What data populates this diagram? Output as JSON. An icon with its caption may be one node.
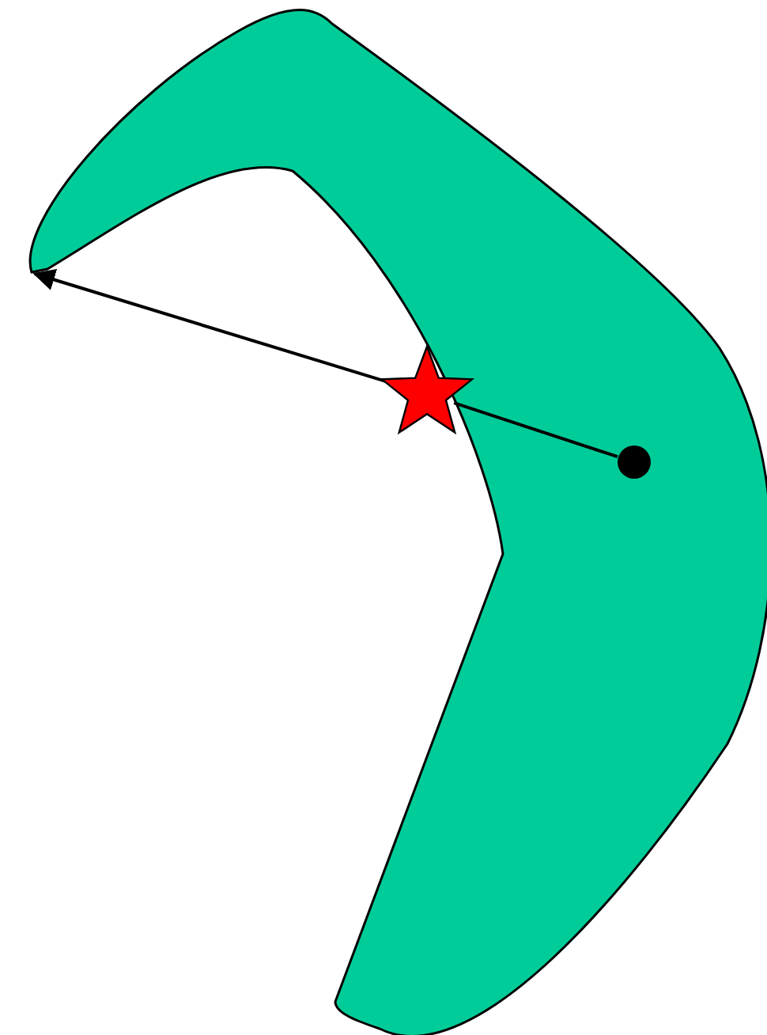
{
  "diagram": {
    "nodes": [
      {
        "text": [],
        "shape": "boomerang"
      },
      {
        "text": [],
        "shape": "circle",
        "in": 0
      },
      {
        "text": [],
        "shape": "star"
      }
    ],
    "edges": [
      {
        "from": 1,
        "to": 2,
        "arrow": "none"
      },
      {
        "from": 2,
        "to": 0,
        "arrow": "to"
      }
    ]
  }
}
